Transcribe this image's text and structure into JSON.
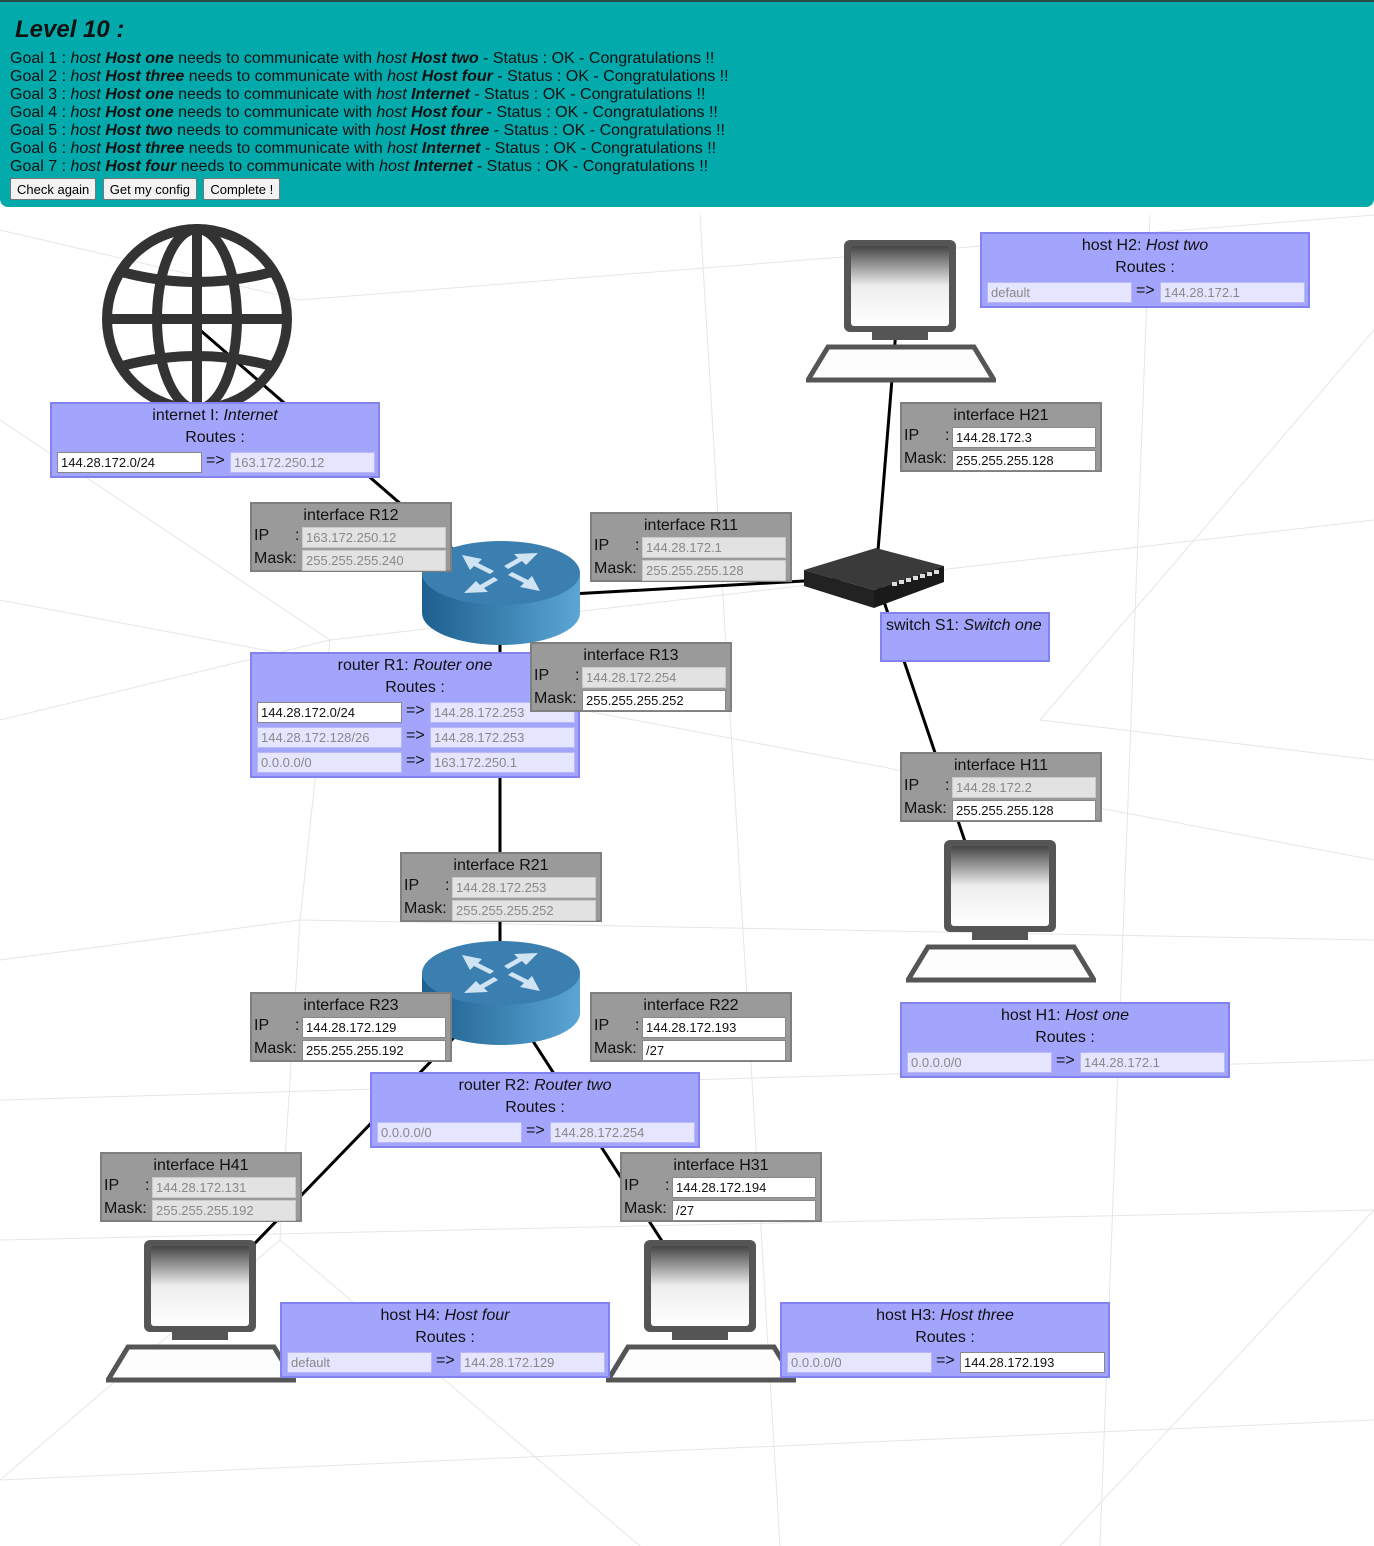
{
  "level": {
    "title": "Level 10 :"
  },
  "goals": [
    {
      "prefix": "Goal 1 : ",
      "kw1": "host",
      "name1": "Host one",
      "mid": " needs to communicate with ",
      "kw2": "host",
      "name2": "Host two",
      "status": " - Status : OK - Congratulations !!"
    },
    {
      "prefix": "Goal 2 : ",
      "kw1": "host",
      "name1": "Host three",
      "mid": " needs to communicate with ",
      "kw2": "host",
      "name2": "Host four",
      "status": " - Status : OK - Congratulations !!"
    },
    {
      "prefix": "Goal 3 : ",
      "kw1": "host",
      "name1": "Host one",
      "mid": " needs to communicate with ",
      "kw2": "host",
      "name2": "Internet",
      "status": " - Status : OK - Congratulations !!"
    },
    {
      "prefix": "Goal 4 : ",
      "kw1": "host",
      "name1": "Host one",
      "mid": " needs to communicate with ",
      "kw2": "host",
      "name2": "Host four",
      "status": " - Status : OK - Congratulations !!"
    },
    {
      "prefix": "Goal 5 : ",
      "kw1": "host",
      "name1": "Host two",
      "mid": " needs to communicate with ",
      "kw2": "host",
      "name2": "Host three",
      "status": " - Status : OK - Congratulations !!"
    },
    {
      "prefix": "Goal 6 : ",
      "kw1": "host",
      "name1": "Host three",
      "mid": " needs to communicate with ",
      "kw2": "host",
      "name2": "Internet",
      "status": " - Status : OK - Congratulations !!"
    },
    {
      "prefix": "Goal 7 : ",
      "kw1": "host",
      "name1": "Host four",
      "mid": " needs to communicate with ",
      "kw2": "host",
      "name2": "Internet",
      "status": " - Status : OK - Congratulations !!"
    }
  ],
  "buttons": {
    "check": "Check again",
    "config": "Get my config",
    "complete": "Complete !"
  },
  "labels": {
    "routes": "Routes :",
    "arrow": "=>",
    "ip": "IP",
    "colon": ":",
    "mask": "Mask:"
  },
  "colors": {
    "header": "#03aaab",
    "routes_panel": "#a3a4fb",
    "iface_panel": "#9a9a9a",
    "router": "#3a7fb0"
  },
  "icons": [
    "globe-icon",
    "router-icon",
    "switch-icon",
    "computer-icon"
  ],
  "devices": {
    "internet_I": {
      "kind": "internet I: ",
      "name": "Internet",
      "routes": [
        {
          "dest": "144.28.172.0/24",
          "gw": "163.172.250.12"
        }
      ]
    },
    "host_H2": {
      "kind": "host H2: ",
      "name": "Host two",
      "routes": [
        {
          "dest": "default",
          "gw": "144.28.172.1"
        }
      ]
    },
    "router_R1": {
      "kind": "router R1: ",
      "name": "Router one",
      "routes": [
        {
          "dest": "144.28.172.0/24",
          "gw": "144.28.172.253"
        },
        {
          "dest": "144.28.172.128/26",
          "gw": "144.28.172.253"
        },
        {
          "dest": "0.0.0.0/0",
          "gw": "163.172.250.1"
        }
      ]
    },
    "switch_S1": {
      "kind": "switch S1: ",
      "name": "Switch one"
    },
    "router_R2": {
      "kind": "router R2: ",
      "name": "Router two",
      "routes": [
        {
          "dest": "0.0.0.0/0",
          "gw": "144.28.172.254"
        }
      ]
    },
    "host_H1": {
      "kind": "host H1: ",
      "name": "Host one",
      "routes": [
        {
          "dest": "0.0.0.0/0",
          "gw": "144.28.172.1"
        }
      ]
    },
    "host_H4": {
      "kind": "host H4: ",
      "name": "Host four",
      "routes": [
        {
          "dest": "default",
          "gw": "144.28.172.129"
        }
      ]
    },
    "host_H3": {
      "kind": "host H3: ",
      "name": "Host three",
      "routes": [
        {
          "dest": "0.0.0.0/0",
          "gw": "144.28.172.193"
        }
      ]
    }
  },
  "interfaces": {
    "R12": {
      "title": "interface R12",
      "ip": "163.172.250.12",
      "mask": "255.255.255.240"
    },
    "R11": {
      "title": "interface R11",
      "ip": "144.28.172.1",
      "mask": "255.255.255.128"
    },
    "H21": {
      "title": "interface H21",
      "ip": "144.28.172.3",
      "mask": "255.255.255.128"
    },
    "R13": {
      "title": "interface R13",
      "ip": "144.28.172.254",
      "mask": "255.255.255.252"
    },
    "H11": {
      "title": "interface H11",
      "ip": "144.28.172.2",
      "mask": "255.255.255.128"
    },
    "R21": {
      "title": "interface R21",
      "ip": "144.28.172.253",
      "mask": "255.255.255.252"
    },
    "R23": {
      "title": "interface R23",
      "ip": "144.28.172.129",
      "mask": "255.255.255.192"
    },
    "R22": {
      "title": "interface R22",
      "ip": "144.28.172.193",
      "mask": "/27"
    },
    "H41": {
      "title": "interface H41",
      "ip": "144.28.172.131",
      "mask": "255.255.255.192"
    },
    "H31": {
      "title": "interface H31",
      "ip": "144.28.172.194",
      "mask": "/27"
    }
  }
}
